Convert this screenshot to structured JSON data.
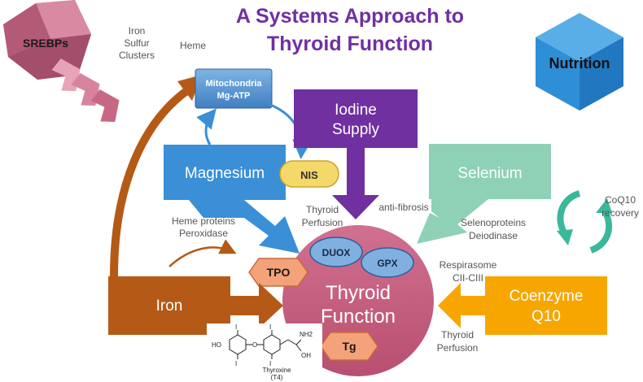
{
  "title": {
    "line1": "A Systems Approach to",
    "line2": "Thyroid Function"
  },
  "srebps": "SREBPs",
  "nutrition": "Nutrition",
  "labels": {
    "iron_sulfur": [
      "Iron",
      "Sulfur",
      "Clusters"
    ],
    "heme": "Heme",
    "heme_proteins": [
      "Heme proteins",
      "Peroxidase"
    ],
    "thyroid_perfusion_top": [
      "Thyroid",
      "Perfusion"
    ],
    "anti_fibrosis": "anti-fibrosis",
    "selenoproteins": [
      "Selenoproteins",
      "Deiodinase"
    ],
    "respirasome": [
      "Respirasome",
      "CII-CIII"
    ],
    "thyroid_perfusion_bottom": [
      "Thyroid",
      "Perfusion"
    ],
    "coq10_recovery": [
      "CoQ10",
      "recovery"
    ]
  },
  "mitochondria": [
    "Mitochondria",
    "Mg-ATP"
  ],
  "nodes": {
    "magnesium": "Magnesium",
    "iodine": [
      "Iodine",
      "Supply"
    ],
    "selenium": "Selenium",
    "iron": "Iron",
    "coenzyme": [
      "Coenzyme",
      "Q10"
    ]
  },
  "nis": "NIS",
  "duox": "DUOX",
  "gpx": "GPX",
  "tpo": "TPO",
  "tg": "Tg",
  "center": [
    "Thyroid",
    "Function"
  ],
  "thyroxine": {
    "name": "Thyroxine",
    "sub": "(T4)",
    "atoms": {
      "ho": "HO",
      "o": "O",
      "i": "I",
      "nh2": "NH2",
      "oh": "OH"
    }
  },
  "colors": {
    "title": "#7030a0",
    "magnesium": "#3a8fd6",
    "iodine": "#7030a0",
    "selenium": "#8ed1b6",
    "iron": "#b45a16",
    "coenzyme": "#f7a600",
    "center": "#c2607e",
    "nis": "#f4d86a",
    "oval": "#7fb0e0",
    "hex": "#f4a27a",
    "nutrition": "#2e8ed6",
    "srebps": "#c16b86"
  }
}
